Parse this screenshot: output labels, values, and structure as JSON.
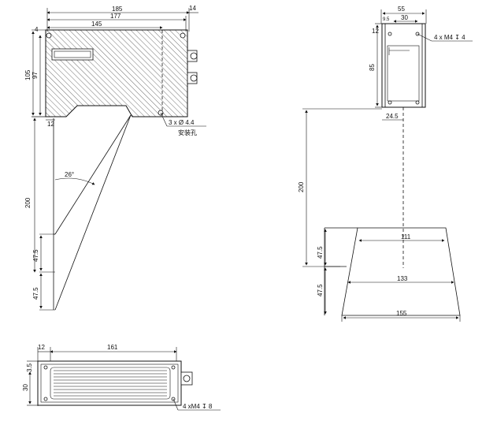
{
  "side_view": {
    "dim_total_width": "185",
    "dim_body_width": "177",
    "dim_window_width": "145",
    "dim_right_offset": "14",
    "dim_top_offset": "4",
    "dim_height": "105",
    "dim_body_height": "97",
    "dim_bottom_offset": "12",
    "dim_range": "200",
    "dim_field_a": "47.5",
    "dim_field_b": "47.5",
    "angle": "26°",
    "hole_callout": "3 x Ø 4.4",
    "hole_label": "安装孔"
  },
  "front_view": {
    "dim_width": "55",
    "dim_inner": "30",
    "dim_small": "9.5",
    "dim_top": "12",
    "dim_height": "85",
    "dim_center": "24.5",
    "dim_range": "200",
    "thread_callout": "4 x M4 ↧ 4",
    "dim_field_a": "47.5",
    "dim_field_b": "47.5",
    "dim_w111": "111",
    "dim_w133": "133",
    "dim_w155": "155"
  },
  "bottom_view": {
    "dim_left": "12",
    "dim_length": "161",
    "dim_small": "3.5",
    "dim_height": "30",
    "thread_callout": "4 xM4 ↧ 8"
  }
}
